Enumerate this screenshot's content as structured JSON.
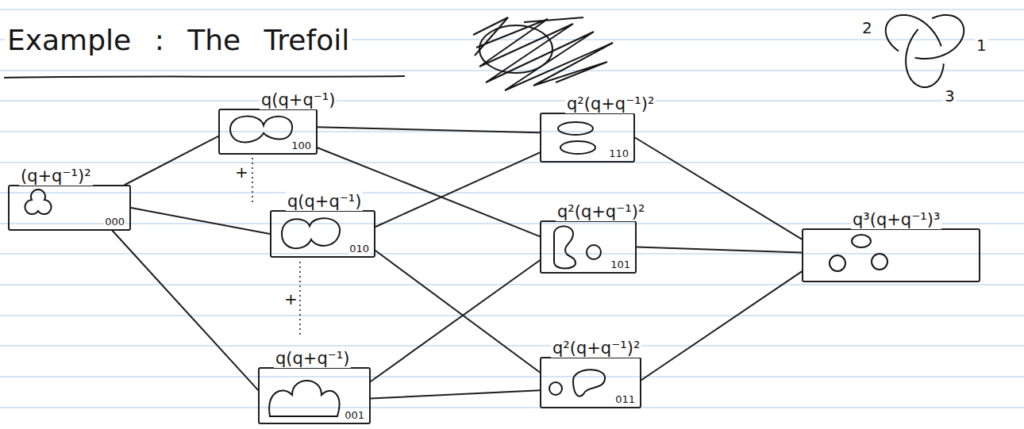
{
  "diagram": {
    "title": "Example : The Trefoil",
    "nodes": [
      {
        "text": [
          "(q+q⁻¹)²",
          "000"
        ]
      },
      {
        "text": [
          "q(q+q⁻¹)",
          "100"
        ]
      },
      {
        "text": [
          "q(q+q⁻¹)",
          "010"
        ]
      },
      {
        "text": [
          "q(q+q⁻¹)",
          "001"
        ]
      },
      {
        "text": [
          "q²(q+q⁻¹)²",
          "110"
        ]
      },
      {
        "text": [
          "q²(q+q⁻¹)²",
          "101"
        ]
      },
      {
        "text": [
          "q²(q+q⁻¹)²",
          "011"
        ]
      },
      {
        "text": [
          "q³(q+q⁻¹)³"
        ]
      }
    ],
    "edges": [
      {
        "from": 0,
        "to": 1,
        "arrow": "none"
      },
      {
        "from": 0,
        "to": 2,
        "arrow": "none"
      },
      {
        "from": 0,
        "to": 3,
        "arrow": "none"
      },
      {
        "from": 1,
        "to": 4,
        "arrow": "none"
      },
      {
        "from": 1,
        "to": 5,
        "arrow": "none"
      },
      {
        "from": 2,
        "to": 4,
        "arrow": "none"
      },
      {
        "from": 2,
        "to": 6,
        "arrow": "none"
      },
      {
        "from": 3,
        "to": 5,
        "arrow": "none"
      },
      {
        "from": 3,
        "to": 6,
        "arrow": "none"
      },
      {
        "from": 4,
        "to": 7,
        "arrow": "none"
      },
      {
        "from": 5,
        "to": 7,
        "arrow": "none"
      },
      {
        "from": 6,
        "to": 7,
        "arrow": "none"
      }
    ],
    "labels": [
      "2",
      "1",
      "3",
      "+",
      "+"
    ]
  }
}
